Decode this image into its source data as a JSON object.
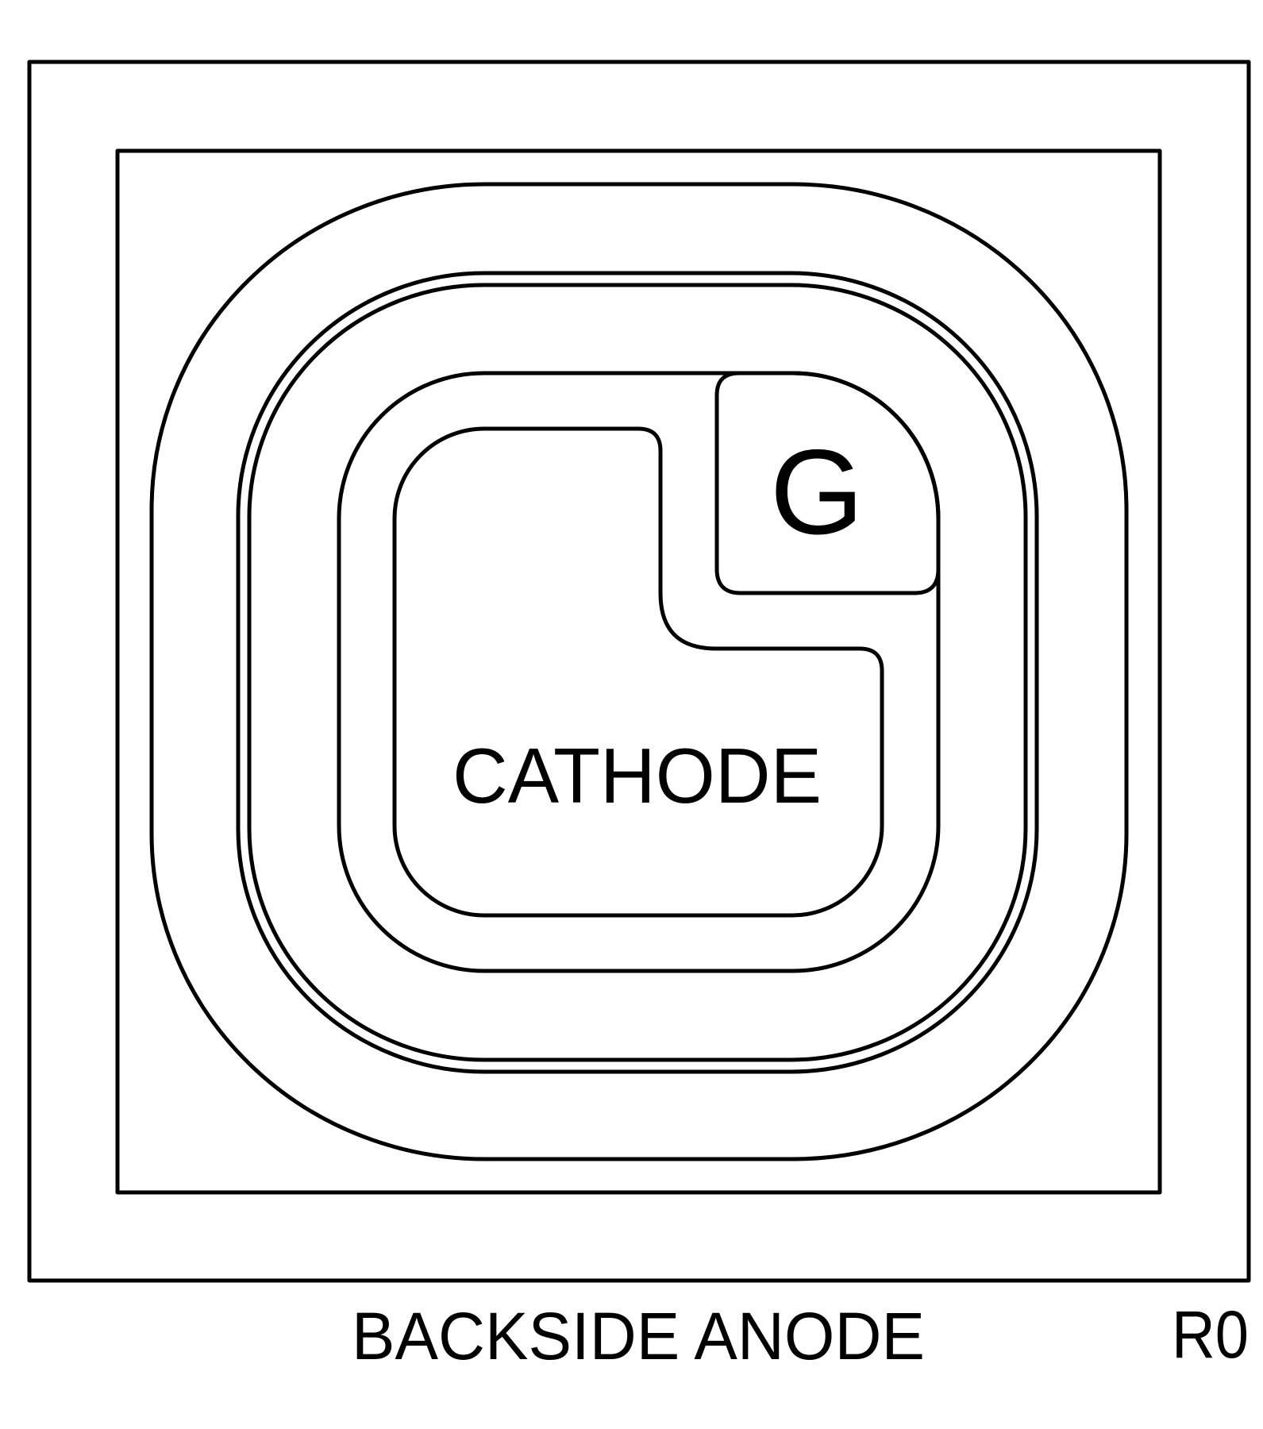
{
  "diagram": {
    "type": "semiconductor die layout (top view)",
    "colors": {
      "line": "#000000",
      "background": "#ffffff"
    },
    "pads": {
      "gate_label": "G",
      "cathode_label": "CATHODE"
    },
    "footer": {
      "anode_label": "BACKSIDE ANODE",
      "revision": "R0"
    },
    "structure": [
      "outer-die-border",
      "inner-die-border",
      "outer-guard-ring",
      "double-guard-ring-outer",
      "double-guard-ring-inner",
      "active-area-ring",
      "gate-pad",
      "cathode-pad"
    ]
  }
}
